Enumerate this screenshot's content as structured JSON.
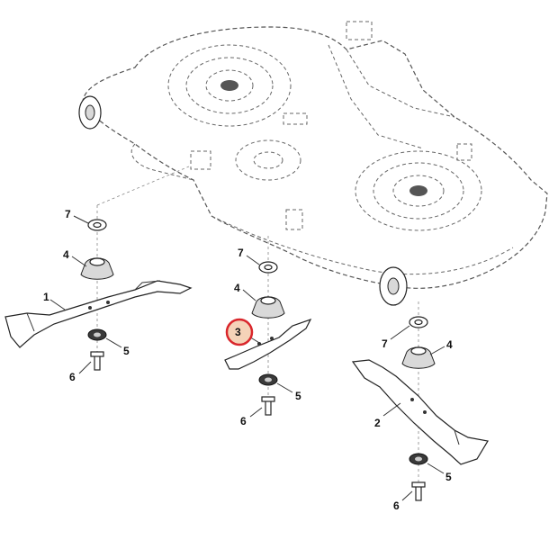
{
  "callouts": {
    "c1": "1",
    "c2": "2",
    "c3": "3",
    "c4a": "4",
    "c4b": "4",
    "c4c": "4",
    "c5a": "5",
    "c5b": "5",
    "c5c": "5",
    "c6a": "6",
    "c6b": "6",
    "c6c": "6",
    "c7a": "7",
    "c7b": "7",
    "c7c": "7"
  },
  "highlight": {
    "part": "3",
    "ring_color": "#d9262b",
    "fill_color": "#f5d3b8"
  }
}
